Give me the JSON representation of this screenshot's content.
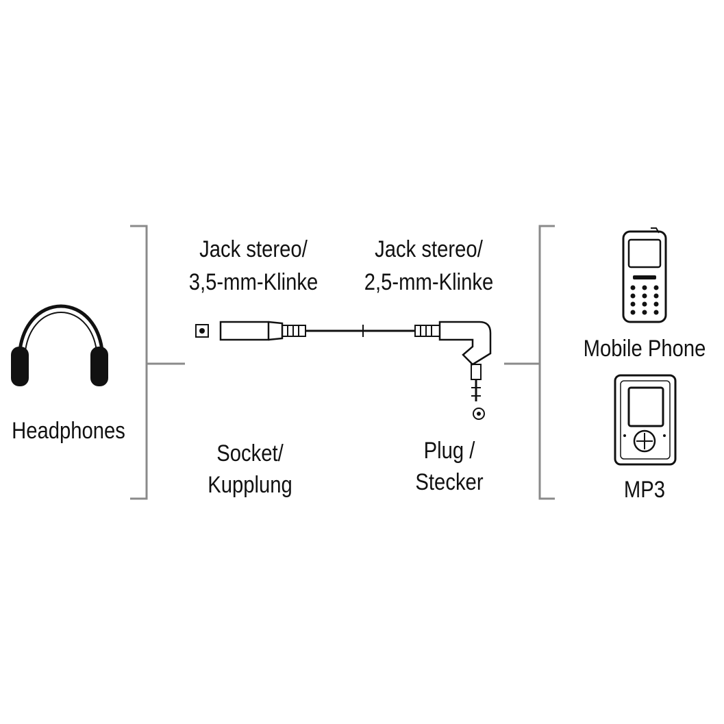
{
  "left": {
    "label": "Headphones"
  },
  "socket": {
    "top_line1": "Jack stereo/",
    "top_line2": "3,5-mm-Klinke",
    "bottom_line1": "Socket/",
    "bottom_line2": "Kupplung"
  },
  "plug": {
    "top_line1": "Jack stereo/",
    "top_line2": "2,5-mm-Klinke",
    "bottom_line1": "Plug /",
    "bottom_line2": "Stecker"
  },
  "right": {
    "device1": "Mobile Phone",
    "device2": "MP3"
  },
  "colors": {
    "ink": "#111111",
    "bracket": "#8a8a8a"
  }
}
